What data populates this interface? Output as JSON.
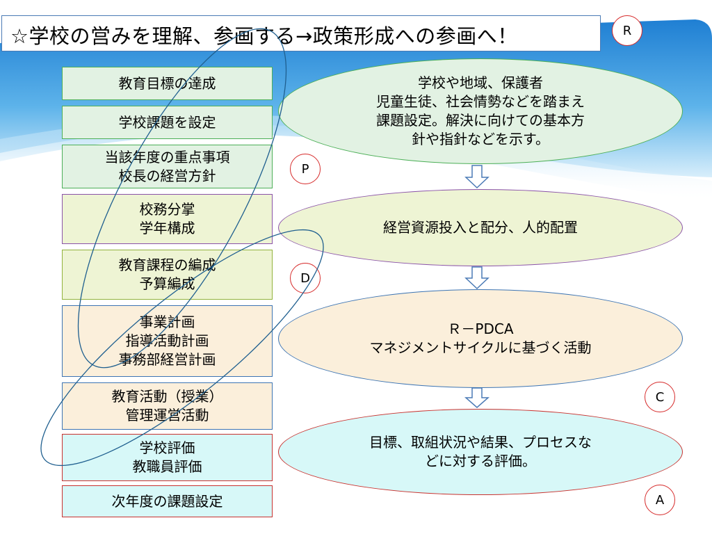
{
  "title": "☆学校の営みを理解、参画する→政策形成への参画へ！",
  "left_boxes": [
    {
      "lines": [
        "教育目標の達成"
      ]
    },
    {
      "lines": [
        "学校課題を設定"
      ]
    },
    {
      "lines": [
        "当該年度の重点事項",
        "校長の経営方針"
      ]
    },
    {
      "lines": [
        "校務分掌",
        "学年構成"
      ]
    },
    {
      "lines": [
        "教育課程の編成",
        "予算編成"
      ]
    },
    {
      "lines": [
        "事業計画",
        "指導活動計画",
        "事務部経営計画"
      ]
    },
    {
      "lines": [
        "教育活動（授業）",
        "管理運営活動"
      ]
    },
    {
      "lines": [
        "学校評価",
        "教職員評価"
      ]
    },
    {
      "lines": [
        "次年度の課題設定"
      ]
    }
  ],
  "right_ellipses": [
    {
      "lines": [
        "学校や地域、保護者",
        "児童生徒、社会情勢などを踏まえ",
        "課題設定。解決に向けての基本方",
        "針や指針などを示す。"
      ]
    },
    {
      "lines": [
        "経営資源投入と配分、人的配置"
      ]
    },
    {
      "lines": [
        "Ｒ－PDCA",
        "マネジメントサイクルに基づく活動"
      ]
    },
    {
      "lines": [
        "目標、取組状況や結果、プロセスな",
        "どに対する評価。"
      ]
    }
  ],
  "cycle_labels": {
    "r": "R",
    "p": "P",
    "d": "D",
    "c": "C",
    "a": "A"
  },
  "colors": {
    "green_border": "#4caf57",
    "purple_border": "#8a52a8",
    "blue_border": "#3c74b3",
    "red_border": "#c8312e",
    "circle_border": "#d62a2a",
    "wave_blue": "#2f8fd8"
  }
}
